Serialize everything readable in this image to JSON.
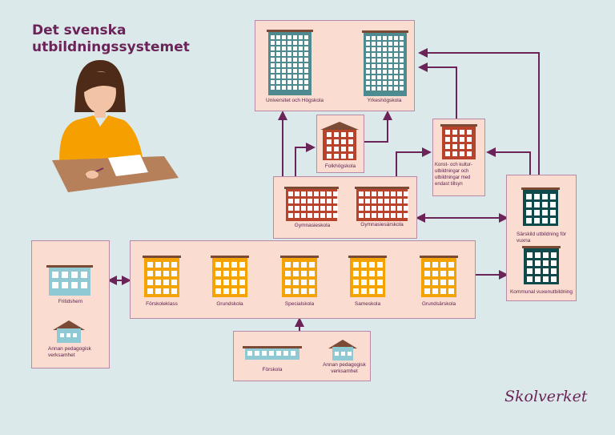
{
  "title_line1": "Det svenska",
  "title_line2": "utbildningssystemet",
  "logo": "Skolverket",
  "colors": {
    "background": "#dce9ea",
    "box": "#fbdcd0",
    "arrow": "#6b2458",
    "higher_ed": "#4d8b91",
    "red_school": "#b8432a",
    "yellow_school": "#f5a300",
    "adult_ed": "#0e4a4c",
    "light_school": "#8fcad4"
  },
  "higher_education": {
    "university": "Universitet och Högskola",
    "vocational": "Yrkeshögskola"
  },
  "folkhogskola": "Folkhögskola",
  "art_culture": "Konst- och kultur-utbildningar och utbildningar med endast tillsyn",
  "upper_secondary": {
    "gymnasieskola": "Gymnasieskola",
    "gymnasiesarskola": "Gymnasiesärskola"
  },
  "adult_education": {
    "sarskild": "Särskild utbildning för vuxna",
    "komvux": "Kommunal vuxenutbildning"
  },
  "leisure": {
    "fritidshem": "Fritidshem",
    "other": "Annan pedagogisk verksamhet"
  },
  "compulsory": [
    "Förskoleklass",
    "Grundskola",
    "Specialskola",
    "Sameskola",
    "Grundsärskola"
  ],
  "preschool": {
    "forskola": "Förskola",
    "other": "Annan pedagogisk verksamhet"
  }
}
